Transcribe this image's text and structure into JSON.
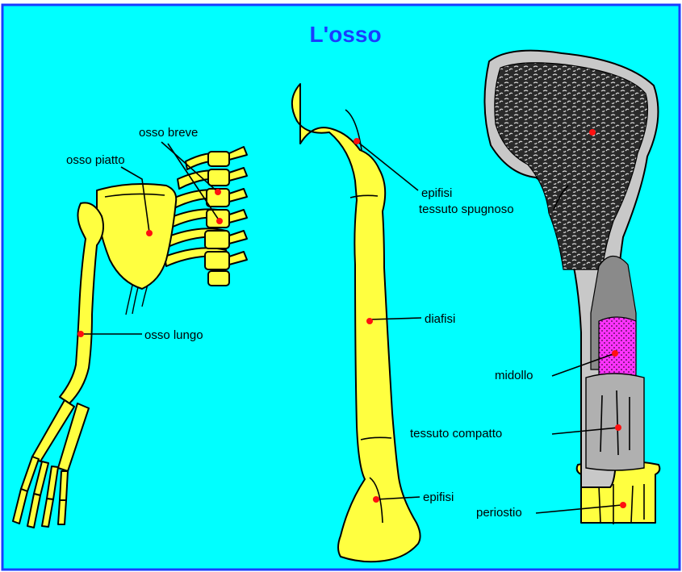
{
  "title": "L'osso",
  "colors": {
    "background": "#00ffff",
    "title": "#1a3cff",
    "bone": "#ffff40",
    "marker": "#ff1010",
    "marrow": "#ff33ff",
    "cortex": "#c8c8c8"
  },
  "labels": {
    "flat_bone": "osso piatto",
    "short_bone": "osso breve",
    "long_bone": "osso lungo",
    "epiphysis_top": "epifisi",
    "diaphysis": "diafisi",
    "epiphysis_bottom": "epifisi",
    "spongy_tissue": "tessuto spugnoso",
    "marrow": "midollo",
    "compact_tissue": "tessuto compatto",
    "periosteum": "periostio"
  }
}
